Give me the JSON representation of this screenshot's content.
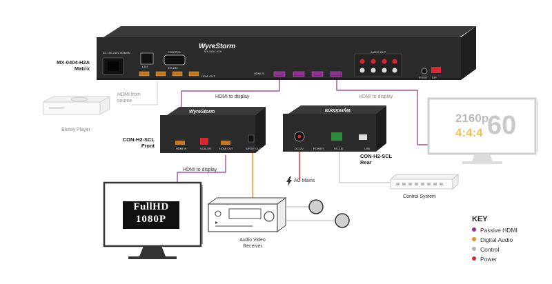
{
  "matrix": {
    "label": "MX-0404-H2A\nMatrix",
    "brand": "WyreStorm",
    "model": "MX-0404-H2A",
    "panel_labels": {
      "ac_input": "AC 100-240V 50/60Hz",
      "lan": "LAN",
      "control": "CONTROL",
      "rs232": "RS-232",
      "hdmi_out": "HDMI OUT",
      "audio_out": "AUDIO OUT",
      "ir_ext": "IR EXT",
      "dip": "DIP",
      "hdmi_in": "HDMI IN"
    }
  },
  "extender_front": {
    "label": "CON-H2-SCL\nFront",
    "brand": "WyreStorm",
    "port_labels": [
      "HDMI IN",
      "SCALER",
      "HDMI OUT",
      "S/PDIF OUT"
    ]
  },
  "extender_rear": {
    "label": "CON-H2-SCL\nRear",
    "brand": "WyreStorm",
    "port_labels": [
      "DC12V",
      "POWER",
      "RS-232",
      "USB"
    ]
  },
  "connections": {
    "hdmi_from_source": "HDMI from\nsource",
    "hdmi_to_display_1": "HDMI to display",
    "hdmi_to_display_2": "HDMI to display",
    "hdmi_to_display_3": "HDMI to display",
    "ac_mains": "AC Mains",
    "control_system": "Control System"
  },
  "devices": {
    "bluray_player": "Bluray Player",
    "receiver": "Audio Video\nReceiver",
    "tv_left_line1": "FullHD",
    "tv_left_line2": "1080P",
    "tv_right_res": "2160p",
    "tv_right_chroma": "4:4:4",
    "tv_right_fps": "60"
  },
  "key": {
    "title": "KEY",
    "items": [
      {
        "label": "Passive HDMI",
        "color": "#8e2f8f"
      },
      {
        "label": "Digital Audio",
        "color": "#f08a24"
      },
      {
        "label": "Control",
        "color": "#b5b5b5"
      },
      {
        "label": "Power",
        "color": "#d9282f"
      }
    ]
  },
  "colors": {
    "hdmi": "#8e2f8f",
    "audio": "#f08a24",
    "control": "#b5b5b5",
    "power": "#d9282f",
    "device_dark": "#2b2b2b",
    "port_orange": "#c8781e"
  }
}
